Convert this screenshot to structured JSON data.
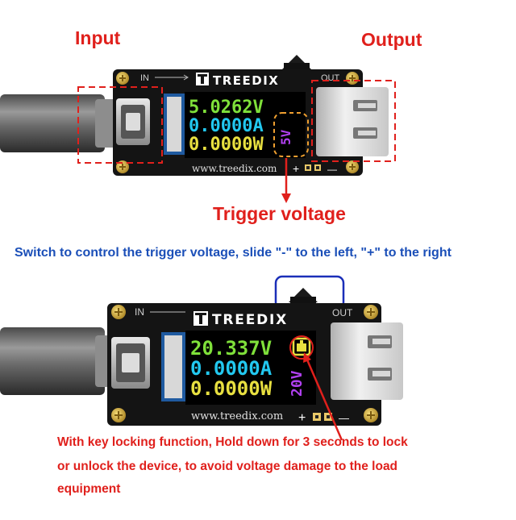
{
  "annotations": {
    "input": "Input",
    "output": "Output",
    "trigger_voltage": "Trigger voltage",
    "switch_caption": "Switch to control the trigger voltage, slide \"-\" to the left, \"+\" to the right",
    "lock_note_line1": "With key locking function, Hold down for 3 seconds to lock",
    "lock_note_line2": "or unlock the device,  to avoid voltage damage to the load",
    "lock_note_line3": "equipment"
  },
  "device_top": {
    "brand": "TREEDIX",
    "in_label": "IN",
    "out_label": "OUT",
    "url": "www.treedix.com",
    "plus": "+",
    "minus": "—",
    "voltage": "5.0262V",
    "current": "0.0000A",
    "power": "0.0000W",
    "trigger": "5V"
  },
  "device_bottom": {
    "brand": "TREEDIX",
    "in_label": "IN",
    "out_label": "OUT",
    "url": "www.treedix.com",
    "plus": "+",
    "minus": "—",
    "voltage": "20.337V",
    "current": "0.0000A",
    "power": "0.0000W",
    "trigger": "20V"
  },
  "colors": {
    "annotation_red": "#e0201c",
    "caption_blue": "#1b4fb8",
    "voltage_green": "#7fe03a",
    "current_cyan": "#22c8f0",
    "power_yellow": "#e8e040",
    "trigger_purple": "#b040f0",
    "board_black": "#141414"
  }
}
